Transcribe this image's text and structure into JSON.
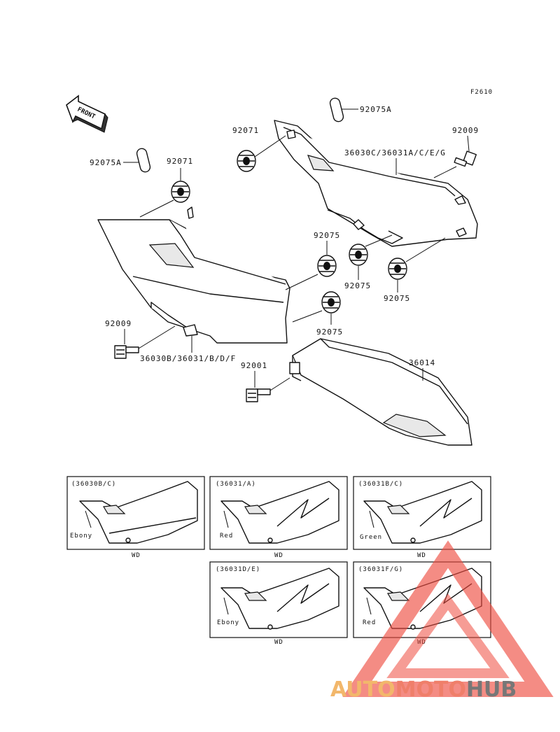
{
  "diagram": {
    "ref_code": "F2610",
    "front_label": "FRONT",
    "labels": {
      "p92075A_top": "92075A",
      "p92071_top": "92071",
      "p36030C": "36030C/36031A/C/E/G",
      "p92009_top": "92009",
      "p92075A_left": "92075A",
      "p92071_left": "92071",
      "p92075_a": "92075",
      "p92075_b": "92075",
      "p92075_c": "92075",
      "p92075_d": "92075",
      "p92009_left": "92009",
      "p36030B": "36030B/36031/B/D/F",
      "p92001": "92001",
      "p36014": "36014"
    }
  },
  "variants": [
    {
      "code": "(36030B/C)",
      "color": "Ebony",
      "note": "WD"
    },
    {
      "code": "(36031/A)",
      "color": "Red",
      "note": "WD"
    },
    {
      "code": "(36031B/C)",
      "color": "Green",
      "note": "WD"
    },
    {
      "code": "(36031D/E)",
      "color": "Ebony",
      "note": "WD"
    },
    {
      "code": "(36031F/G)",
      "color": "Red",
      "note": "WD"
    }
  ],
  "watermark": {
    "part1": "AUTO",
    "part2": "MOTO",
    "part3": "HUB",
    "colors": {
      "auto": "#f2b76b",
      "moto": "#ef7f6a",
      "hub": "#777777",
      "triangle": "#ee4b3f"
    }
  }
}
